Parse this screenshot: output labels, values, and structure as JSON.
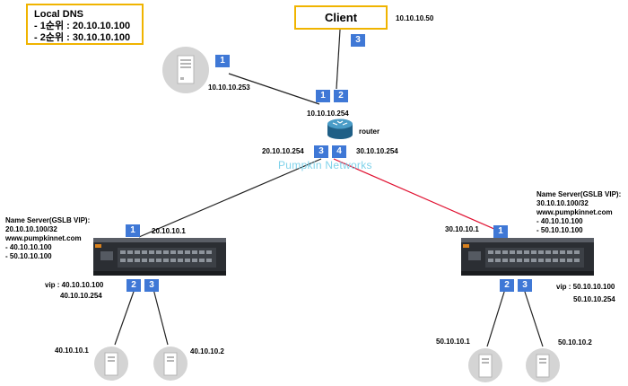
{
  "local_dns": {
    "title": "Local DNS",
    "line1": "- 1순위 : 20.10.10.100",
    "line2": "- 2순위 : 30.10.10.100"
  },
  "client": {
    "label": "Client",
    "ip": "10.10.10.50",
    "port": "3"
  },
  "dns_server": {
    "port": "1",
    "ip": "10.10.10.253"
  },
  "router": {
    "label": "router",
    "top_ports": [
      "1",
      "2"
    ],
    "top_ip": "10.10.10.254",
    "bottom_ports": [
      "3",
      "4"
    ],
    "left_ip": "20.10.10.254",
    "right_ip": "30.10.10.254"
  },
  "watermark": "Pumpkin Networks",
  "left_site": {
    "ns_title": "Name Server(GSLB VIP):",
    "ns_vip": "20.10.10.100/32",
    "ns_domain": "www.pumpkinnet.com",
    "ns_rec1": "- 40.10.10.100",
    "ns_rec2": "- 50.10.10.100",
    "uplink_port": "1",
    "uplink_ip": "20.10.10.1",
    "vip_line": "vip : 40.10.10.100",
    "gw_line": "40.10.10.254",
    "down_ports": [
      "2",
      "3"
    ],
    "server1_ip": "40.10.10.1",
    "server2_ip": "40.10.10.2"
  },
  "right_site": {
    "ns_title": "Name Server(GSLB VIP):",
    "ns_vip": "30.10.10.100/32",
    "ns_domain": "www.pumpkinnet.com",
    "ns_rec1": "- 40.10.10.100",
    "ns_rec2": "- 50.10.10.100",
    "uplink_port": "1",
    "uplink_ip": "30.10.10.1",
    "vip_line": "vip : 50.10.10.100",
    "gw_line": "50.10.10.254",
    "down_ports": [
      "2",
      "3"
    ],
    "server1_ip": "50.10.10.1",
    "server2_ip": "50.10.10.2"
  },
  "colors": {
    "badge": "#3f78d6",
    "box_border": "#f0b400",
    "red_link": "#e01030",
    "watermark": "#7fd2ea"
  }
}
